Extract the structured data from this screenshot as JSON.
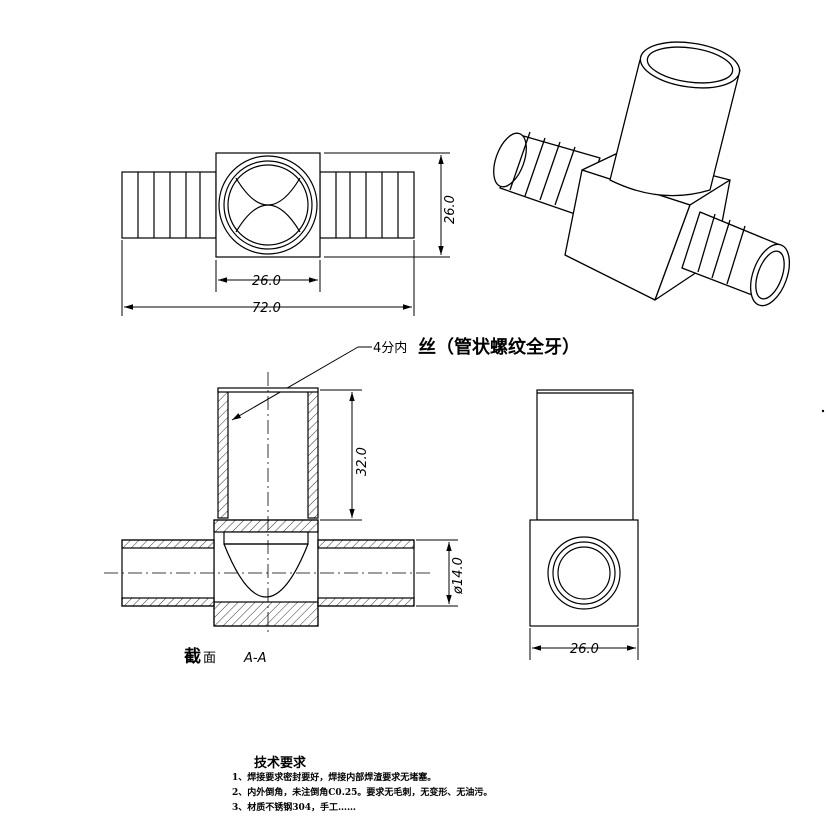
{
  "dimensions": {
    "top_width": "26.0",
    "overall_length": "72.0",
    "height": "26.0",
    "socket_depth": "32.0",
    "barb_dia": "ø14.0",
    "side_width": "26.0"
  },
  "callout": {
    "prefix": "4分内",
    "main": "丝（管状螺纹全牙）"
  },
  "section_label": {
    "prefix": "截",
    "suffix": "面",
    "name": "A-A"
  },
  "tech_requirements": {
    "title": "技术要求",
    "items": [
      "1、焊接要求密封要好，焊接内部焊渣要求无堵塞。",
      "2、内外倒角，未注倒角C0.25。要求无毛刺，无变形、无油污。",
      "3、材质不锈钢304，手工……"
    ]
  }
}
